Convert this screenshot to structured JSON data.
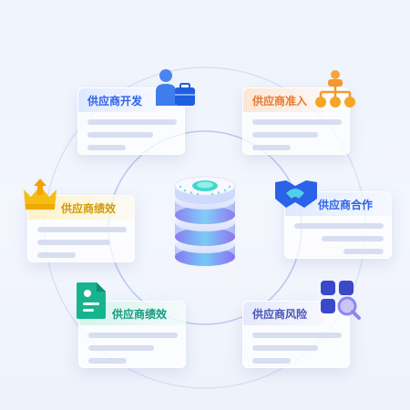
{
  "modules": {
    "dev": {
      "label": "供应商开发",
      "icon": "supplier-development-icon"
    },
    "access": {
      "label": "供应商准入",
      "icon": "org-hierarchy-icon"
    },
    "perf_top": {
      "label": "供应商绩效",
      "icon": "crown-upload-icon"
    },
    "coop": {
      "label": "供应商合作",
      "icon": "handshake-icon"
    },
    "perf_bottom": {
      "label": "供应商绩效",
      "icon": "document-icon"
    },
    "risk": {
      "label": "供应商风险",
      "icon": "risk-search-icon"
    }
  },
  "center": {
    "icon": "database-server-icon"
  },
  "colors": {
    "blue": "#2f63e6",
    "orange": "#f08a2f",
    "yellow": "#f5b800",
    "teal": "#17b28e",
    "indigo": "#4a56b8",
    "ring": "#c9d6f3"
  }
}
